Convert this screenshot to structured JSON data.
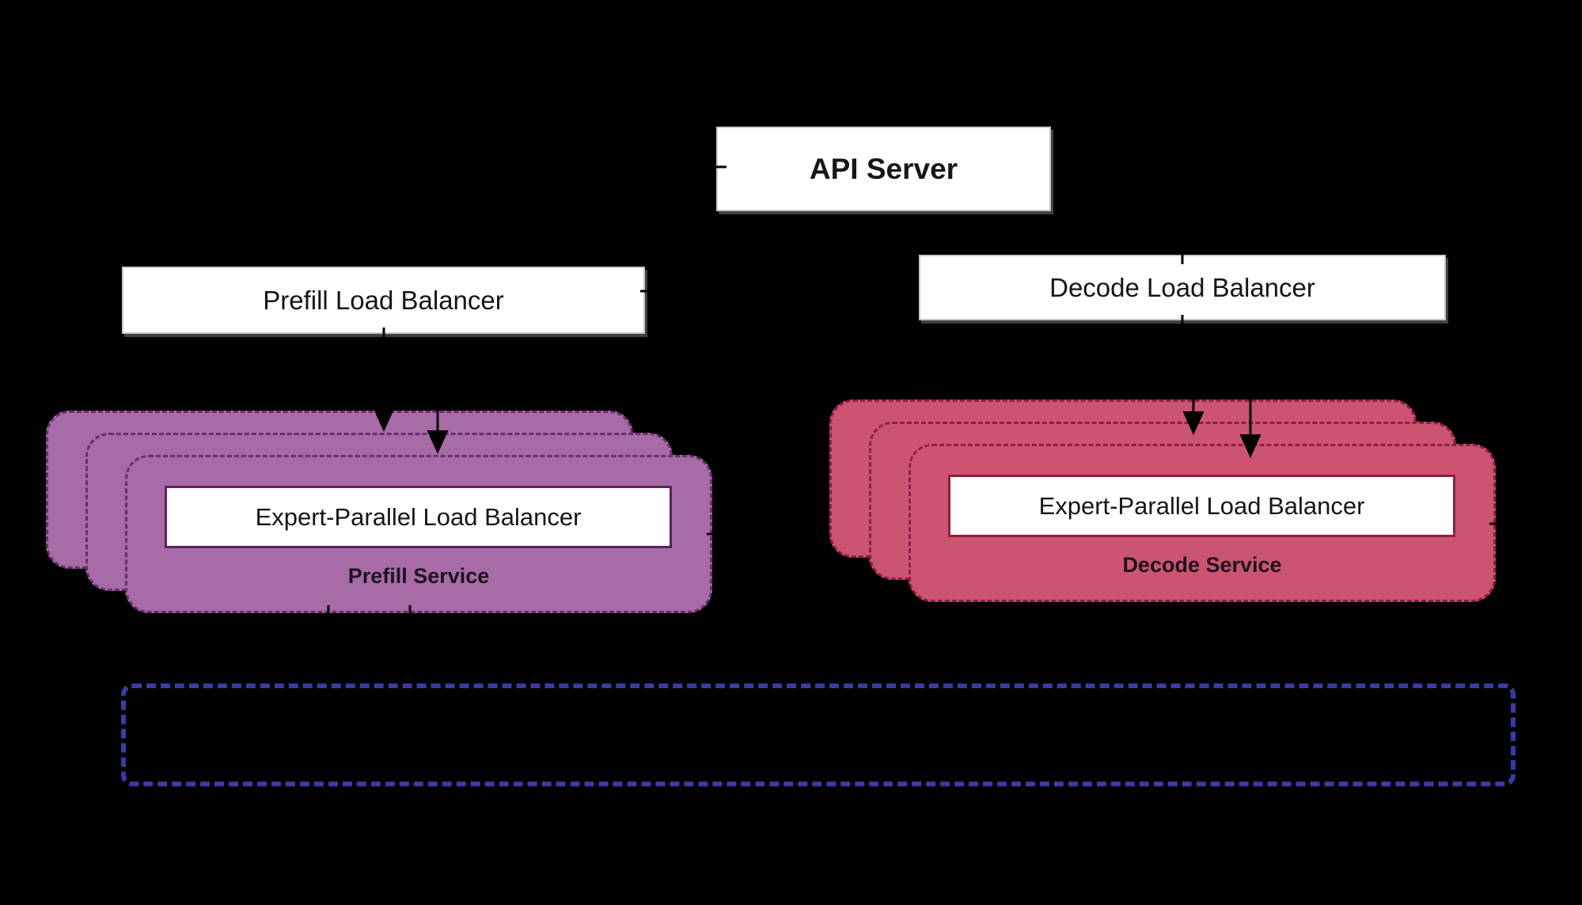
{
  "colors": {
    "background": "#000000",
    "node_bg": "#ffffff",
    "node_border": "#c9c9c9",
    "text": "#161616",
    "prefill_fill": "#a76ba7",
    "prefill_border": "#6d2d6d",
    "prefill_accent": "#5e2060",
    "decode_fill": "#cb5470",
    "decode_border": "#8c1f42",
    "decode_accent": "#8e1f3e",
    "infra_border": "#3b3ba3",
    "connector": "#000000"
  },
  "nodes": {
    "api_server": {
      "label": "API Server"
    },
    "prefill_load_balancer": {
      "label": "Prefill Load Balancer"
    },
    "decode_load_balancer": {
      "label": "Decode Load Balancer"
    },
    "prefill_service": {
      "expert_parallel_label": "Expert-Parallel Load Balancer",
      "service_label": "Prefill Service",
      "replicas": 3
    },
    "decode_service": {
      "expert_parallel_label": "Expert-Parallel Load Balancer",
      "service_label": "Decode Service",
      "replicas": 3
    }
  }
}
